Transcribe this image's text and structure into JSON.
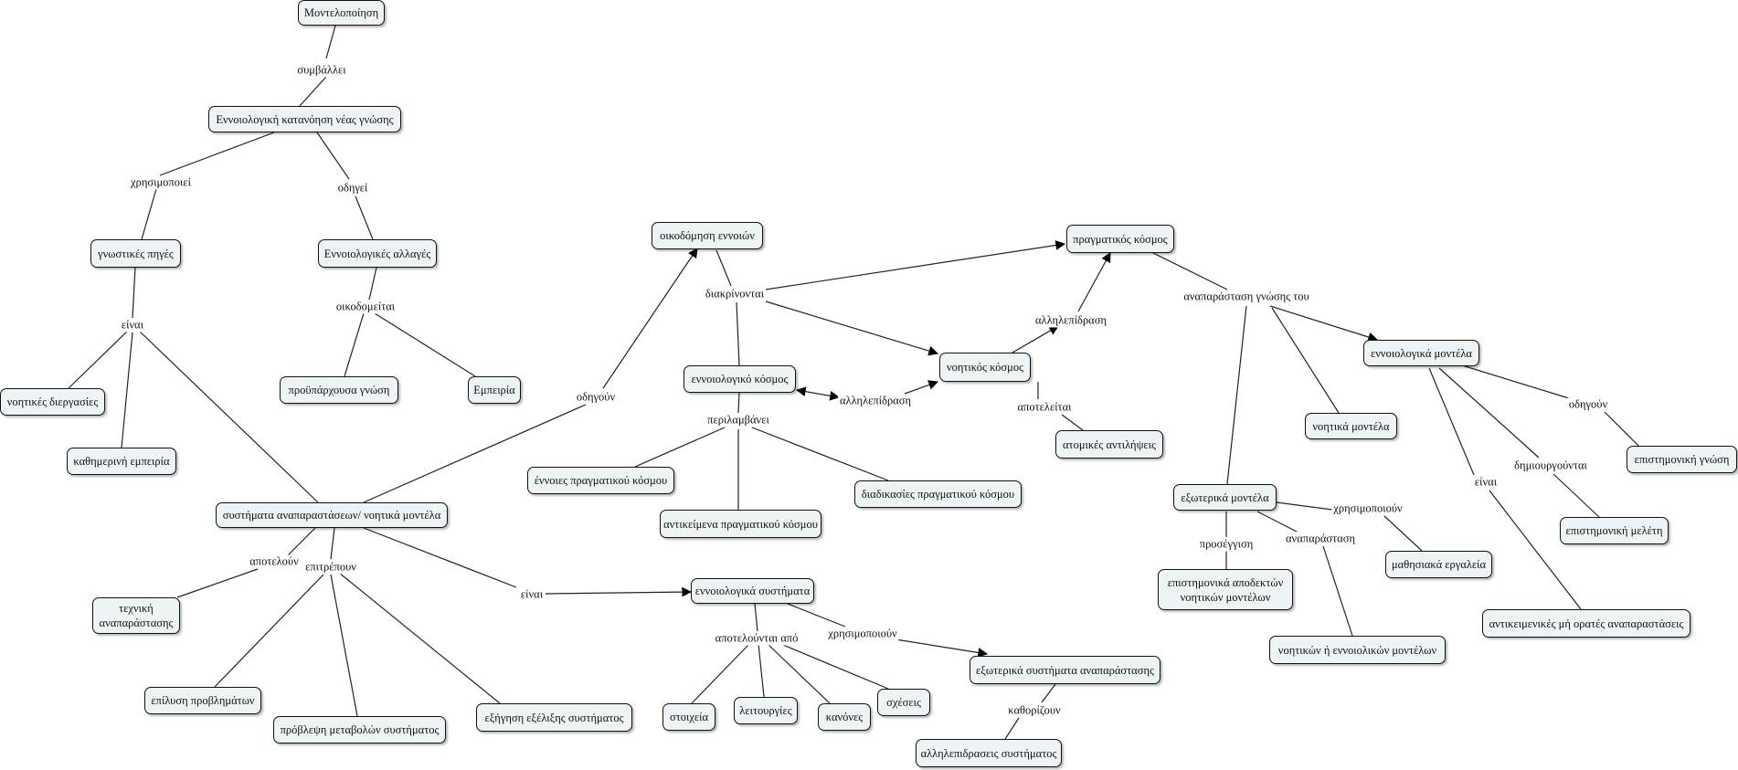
{
  "nodes": {
    "montelopoiisi": "Μοντελοποίηση",
    "katanoisi": "Εννοιολογική κατανόηση νέας γνώσης",
    "gnostikes_piges": "γνωστικές πηγές",
    "allages": "Εννοιολογικές αλλαγές",
    "noitikes_dierg": "νοητικές διεργασίες",
    "kathim_empeiria": "καθημερινή εμπειρία",
    "proyparxousa": "προϋπάρχουσα γνώση",
    "empeiria": "Εμπειρία",
    "systimata_anap": "συστήματα αναπαραστάσεων/ νοητικά μοντέλα",
    "texniki": "τεχνική αναπαράστασης",
    "epilysi": "επίλυση προβλημάτων",
    "provlepsi": "πρόβλεψη μεταβολών συστήματος",
    "exigisi": "εξήγηση εξέλιξης συστήματος",
    "oikodomisi": "οικοδόμηση εννοιών",
    "ennoiologikos_kosmos": "εννοιολογικό κόσμος",
    "ennoies_pragm": "έννοιες πραγματικού κόσμου",
    "antikeimena_pragm": "αντικείμενα πραγματικού κόσμου",
    "diadikasies": "διαδικασίες πραγματικού κόσμου",
    "ennoiologika_syst": "εννοιολογικά συστήματα",
    "stoixeia": "στοιχεία",
    "leitourgies": "λειτουργίες",
    "kanones": "κανόνες",
    "sxeseis": "σχέσεις",
    "exoterika_syst": "εξωτερικά συστήματα αναπαράστασης",
    "allilepidraseis": "αλληλεπιδρασεις συστήματος",
    "pragmatikos": "πραγματικός κόσμος",
    "noitikos": "νοητικός κόσμος",
    "atomikes": "ατομικές αντιλήψεις",
    "ennoiologika_mont": "εννοιολογικά μοντέλα",
    "noitika_mont": "νοητικά μοντέλα",
    "exoterika_mont": "εξωτερικά μοντέλα",
    "epistimonika_apod": "επιστημονικά αποδεκτών νοητικών μοντέλων",
    "mathisiaka": "μαθησιακά εργαλεία",
    "noitikon_i": "νοητικών ή εννοιολικών μοντέλων",
    "epistimoniki_gnosi": "επιστημονική γνώση",
    "epistimoniki_meleti": "επιστημονική μελέτη",
    "antikeimenikes": "αντικειμενικές μή ορατές αναπαραστάσεις"
  },
  "links": {
    "symvallei": "συμβάλλει",
    "xrisimopoiei": "χρησιμοποιεί",
    "odigei": "οδηγεί",
    "einai_1": "είναι",
    "oikodomeitai": "οικοδομείται",
    "odigoun": "οδηγούν",
    "apoteloun": "αποτελούν",
    "epitrepoun": "επιτρέπουν",
    "einai_2": "είναι",
    "diakrinontai": "διακρίνονται",
    "periamvanei": "περιλαμβάνει",
    "allilepidrasi_1": "αλληλεπίδραση",
    "allilepidrasi_2": "αλληλεπίδραση",
    "apoteleitai": "αποτελείται",
    "apotelountai_apo": "αποτελούνται από",
    "xrisimopoioun_1": "χρησιμοποιούν",
    "kathorizoun": "καθορίζουν",
    "anaparastasi_gnosis": "αναπαράσταση γνώσης του",
    "proseggisi": "προσέγγιση",
    "xrisimopoioun_2": "χρησιμοποιούν",
    "anaparastasi": "αναπαράσταση",
    "odigoun_2": "οδηγούν",
    "dimiourgountai": "δημιουργούνται",
    "einai_3": "είναι"
  }
}
